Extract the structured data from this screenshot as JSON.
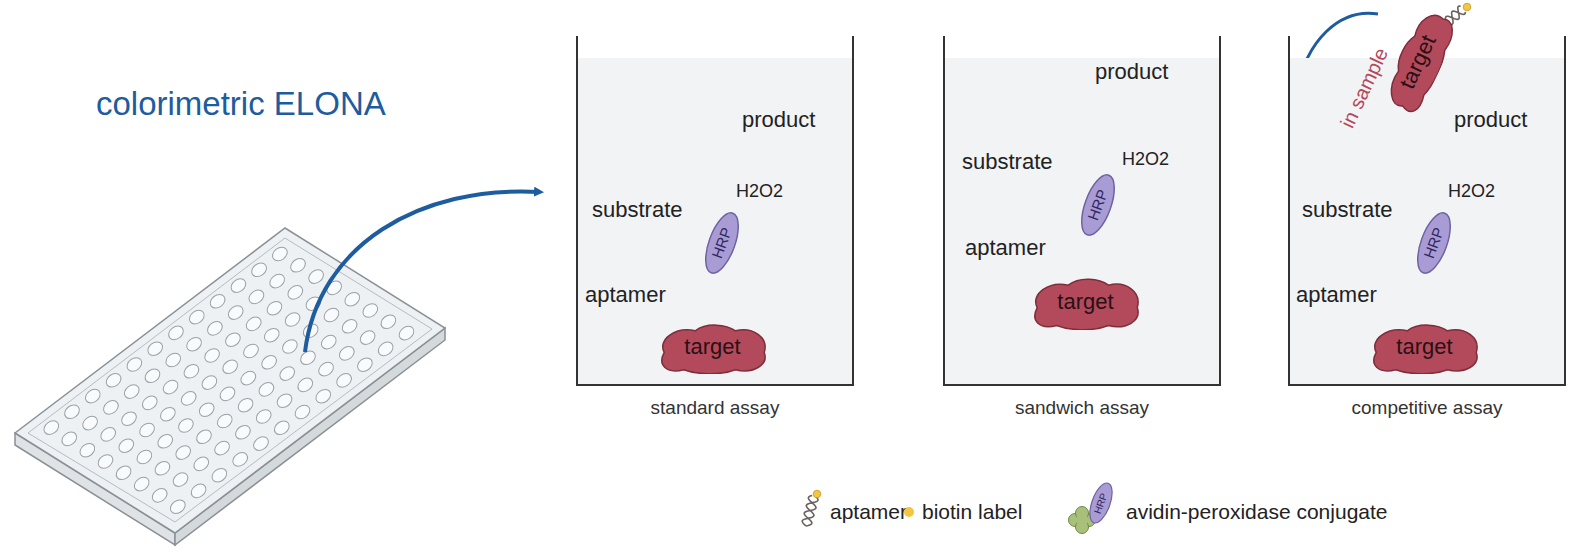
{
  "diagram": {
    "title": "colorimetric ELONA",
    "nodes": [
      {
        "text": [
          "standard assay"
        ]
      },
      {
        "text": [
          "target"
        ],
        "in": 0
      },
      {
        "text": [
          "HRP"
        ],
        "in": 0
      },
      {
        "text": [
          "sandwich assay"
        ]
      },
      {
        "text": [
          "target"
        ],
        "in": 3
      },
      {
        "text": [
          "HRP"
        ],
        "in": 3
      },
      {
        "text": [
          "competitive assay"
        ]
      },
      {
        "text": [
          "target",
          "in sample"
        ]
      },
      {
        "text": [
          "HRP"
        ],
        "in": 6
      },
      {
        "text": [
          "target"
        ],
        "in": 6
      }
    ],
    "labels": [
      "product",
      "substrate",
      "H2O2",
      "aptamer",
      "product",
      "substrate",
      "H2O2",
      "aptamer",
      "product",
      "substrate",
      "H2O2",
      "aptamer",
      "HRP"
    ],
    "legend": [
      {
        "text": "aptamer"
      },
      {
        "text": "biotin label",
        "color": "#f2c640"
      },
      {
        "text": "avidin-peroxidase conjugate"
      }
    ]
  }
}
